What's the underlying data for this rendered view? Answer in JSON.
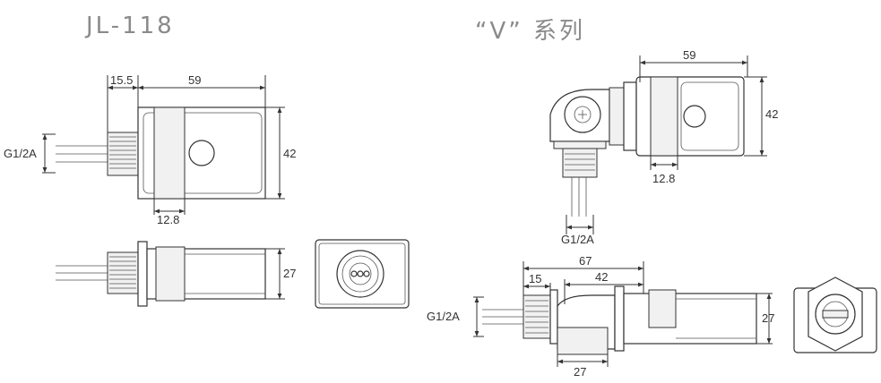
{
  "titles": {
    "left": "JL-118",
    "right": "“V” 系列"
  },
  "left_drawing": {
    "top_view": {
      "dim_thread_length": "15.5",
      "dim_body_length": "59",
      "dim_height": "42",
      "dim_flange": "12.8",
      "thread_label": "G1/2A"
    },
    "side_view": {
      "dim_thickness": "27"
    }
  },
  "right_drawing": {
    "top_view": {
      "dim_body_length": "59",
      "dim_height": "42",
      "dim_flange": "12.8",
      "thread_label": "G1/2A"
    },
    "side_view": {
      "dim_total": "67",
      "dim_thread": "15",
      "dim_body": "42",
      "dim_thickness": "27",
      "dim_elbow": "27",
      "thread_label": "G1/2A"
    }
  }
}
